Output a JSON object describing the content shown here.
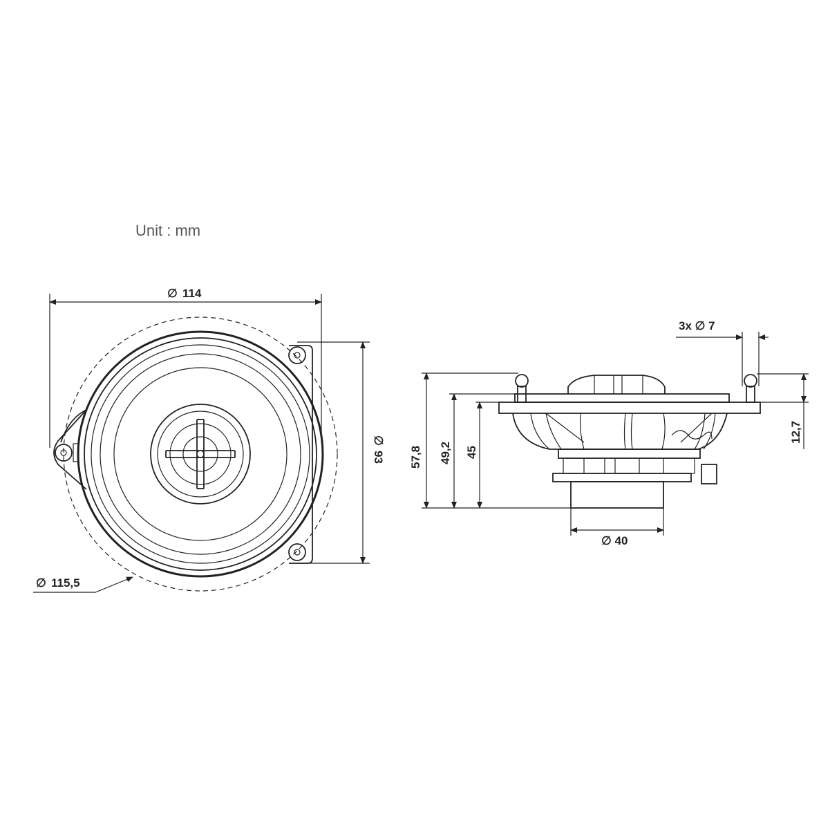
{
  "unit_label": "Unit : mm",
  "front_view": {
    "outer_diameter": "114",
    "dashed_diameter": "115,5",
    "mount_diameter": "93",
    "diameter_symbol": "∅"
  },
  "side_view": {
    "hole_spec": "3x ∅ 7",
    "total_depth": "57,8",
    "depth_2": "49,2",
    "depth_3": "45",
    "magnet_diameter": "∅ 40",
    "pin_height": "12,7"
  }
}
